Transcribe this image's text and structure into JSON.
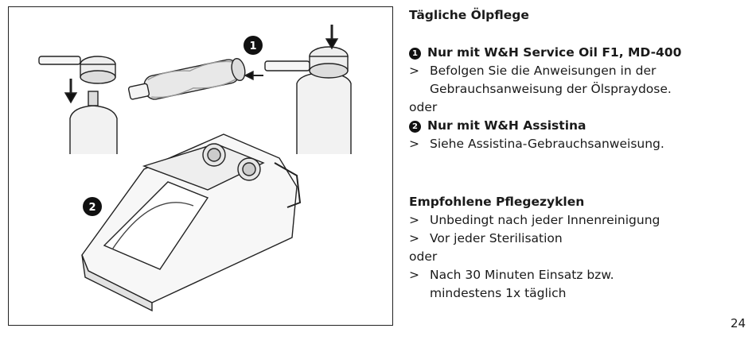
{
  "heading_oil": "Tägliche Ölpflege",
  "step1": {
    "number": "1",
    "text": "Nur mit W&H Service Oil F1, MD-400"
  },
  "step1_bullet": {
    "marker": ">",
    "line1": "Befolgen Sie die Anweisungen in der",
    "line2": "Gebrauchsanweisung der Ölspraydose."
  },
  "or1": "oder",
  "step2": {
    "number": "2",
    "text": "Nur mit W&H Assistina"
  },
  "step2_bullet": {
    "marker": ">",
    "text": "Siehe Assistina-Gebrauchsanweisung."
  },
  "heading_cycles": "Empfohlene Pflegezyklen",
  "cycles": [
    {
      "marker": ">",
      "text": "Unbedingt nach jeder Innenreinigung"
    },
    {
      "marker": ">",
      "text": "Vor jeder Sterilisation"
    }
  ],
  "or2": "oder",
  "cycle3": {
    "marker": ">",
    "line1": "Nach 30 Minuten Einsatz bzw.",
    "line2": "mindestens 1x täglich"
  },
  "figure_callouts": [
    "1",
    "2"
  ],
  "page_number": "24"
}
